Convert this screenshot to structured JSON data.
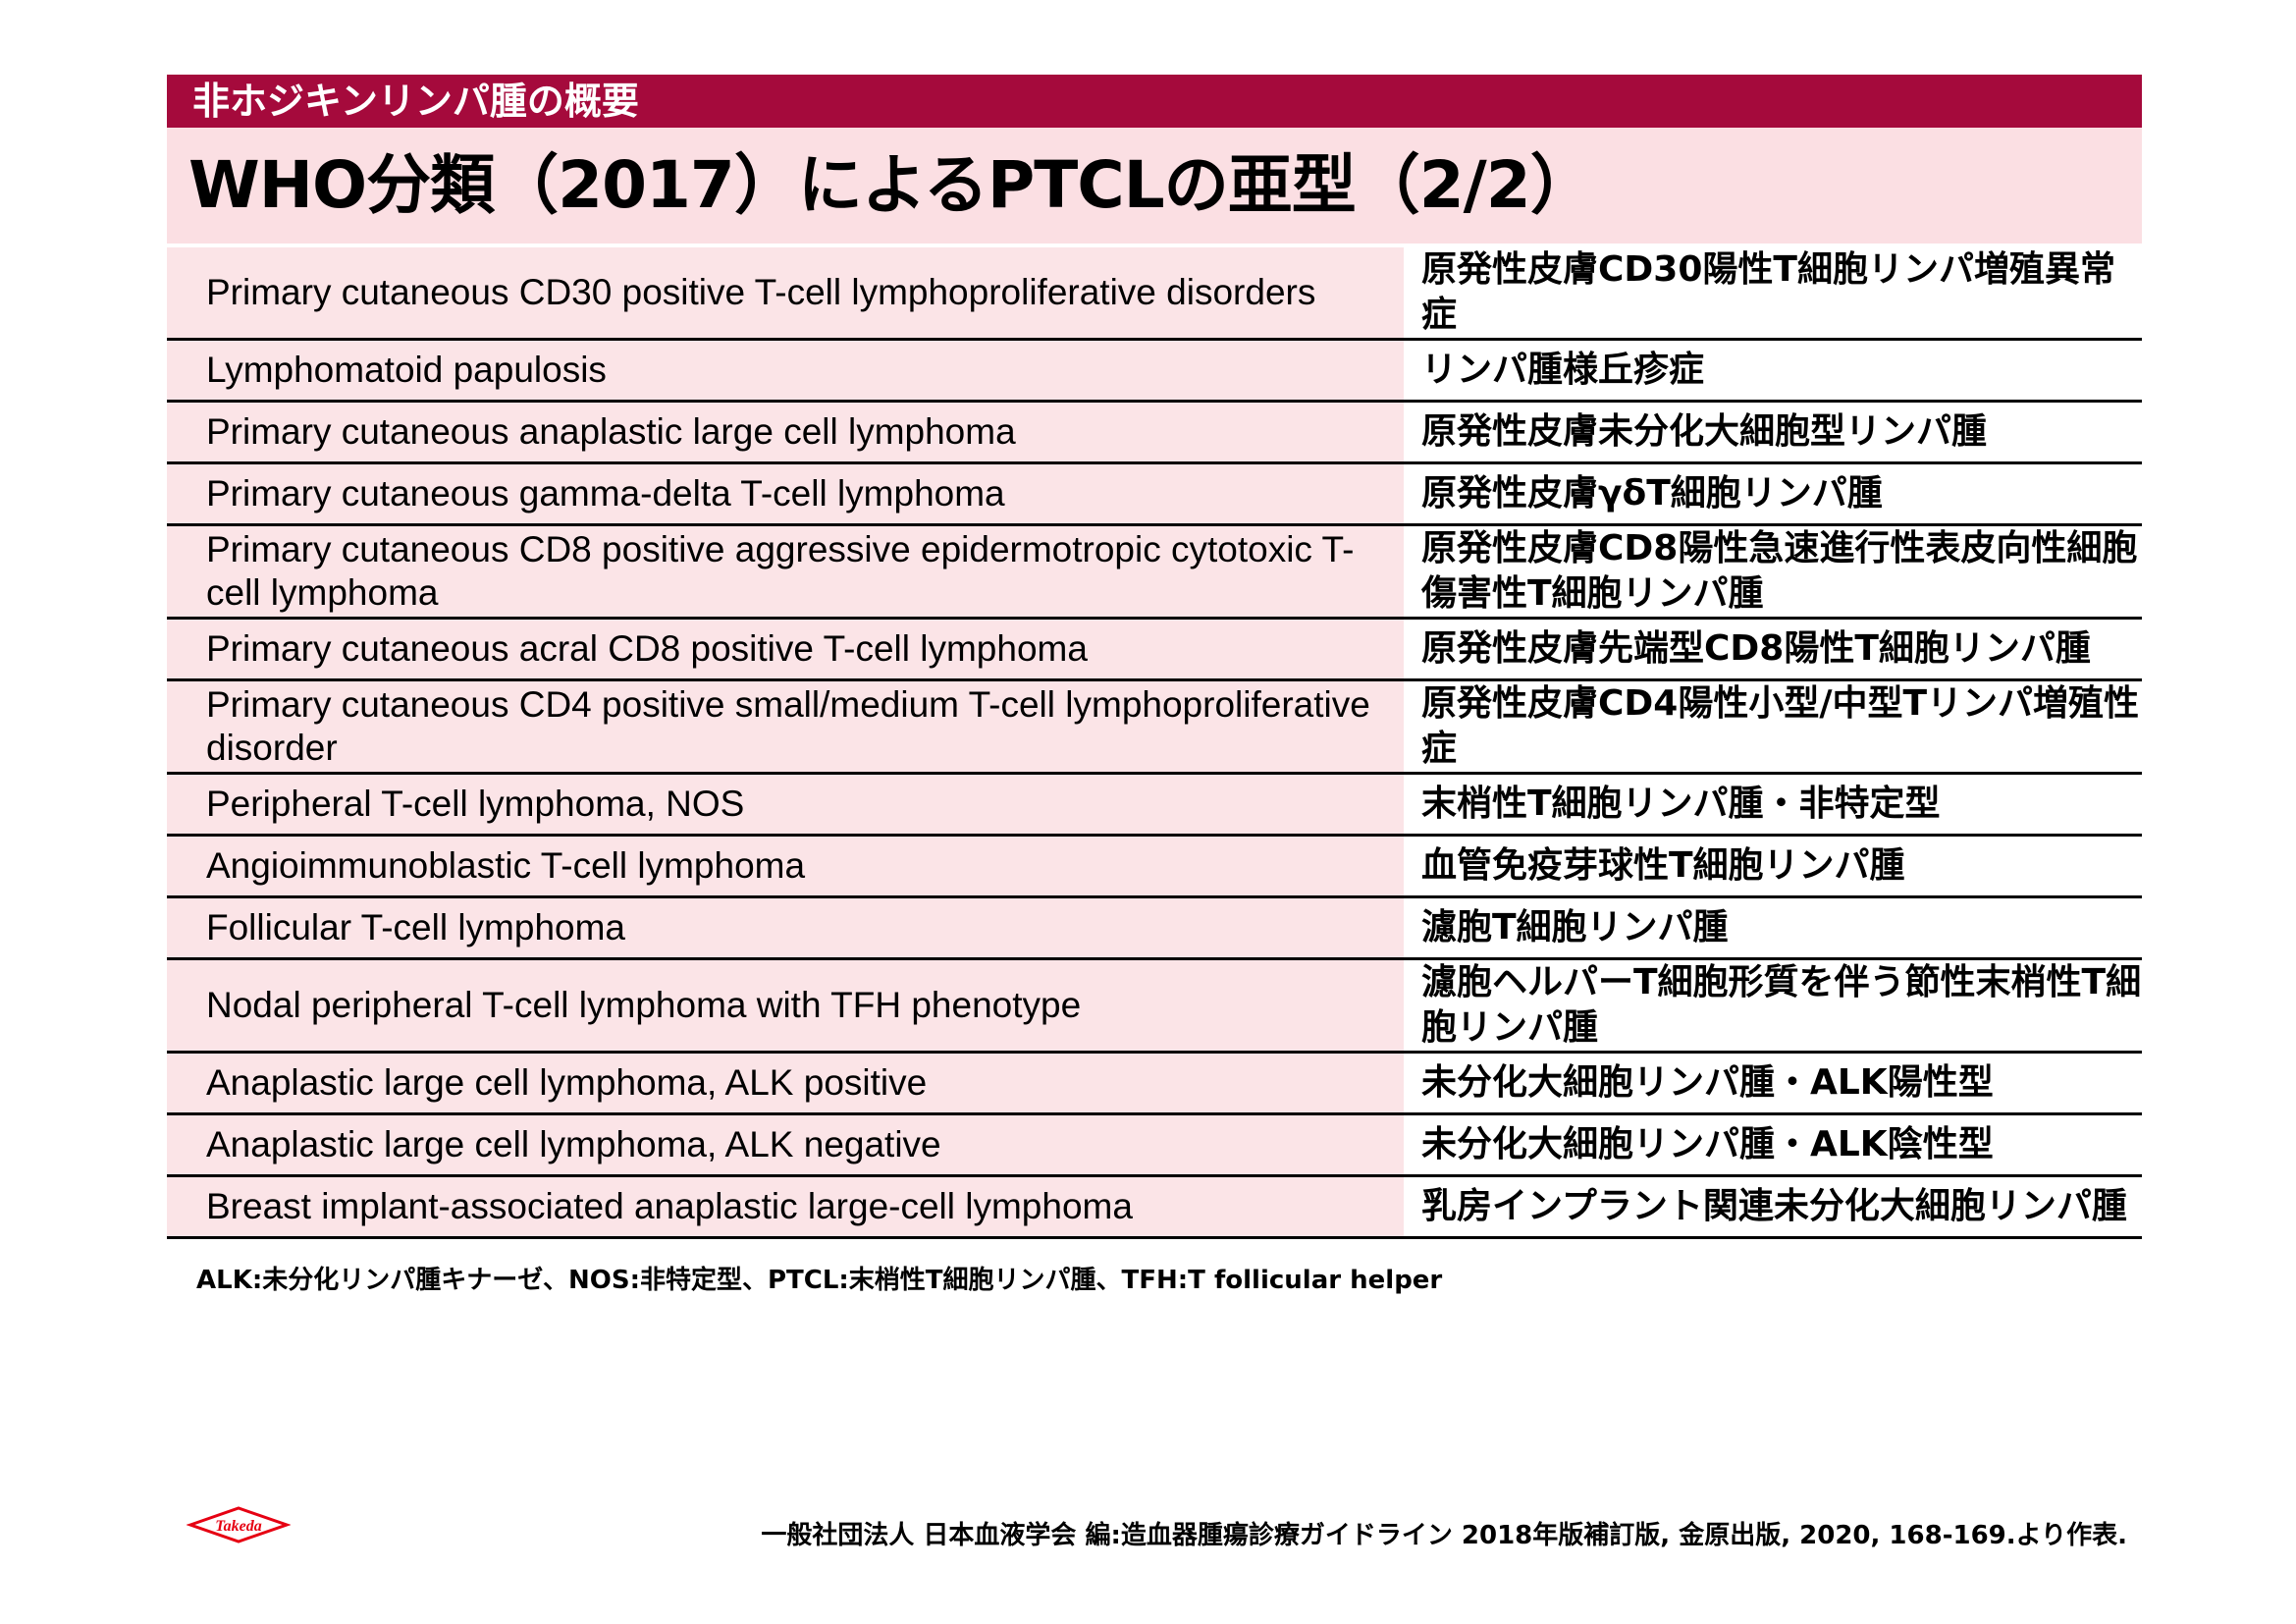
{
  "header": {
    "section": "非ホジキンリンパ腫の概要",
    "title": "WHO分類（2017）によるPTCLの亜型（2/2）"
  },
  "rows": [
    {
      "en": "Primary cutaneous CD30 positive T-cell lymphoproliferative disorders",
      "ja": "原発性皮膚CD30陽性T細胞リンパ増殖異常症"
    },
    {
      "en": "Lymphomatoid papulosis",
      "ja": "リンパ腫様丘疹症"
    },
    {
      "en": "Primary cutaneous anaplastic large cell lymphoma",
      "ja": "原発性皮膚未分化大細胞型リンパ腫"
    },
    {
      "en": "Primary cutaneous gamma-delta T-cell lymphoma",
      "ja": "原発性皮膚γδT細胞リンパ腫"
    },
    {
      "en": "Primary cutaneous CD8 positive aggressive epidermotropic cytotoxic T-cell  lymphoma",
      "ja": "原発性皮膚CD8陽性急速進行性表皮向性細胞傷害性T細胞リンパ腫"
    },
    {
      "en": "Primary cutaneous acral CD8 positive T-cell lymphoma",
      "ja": "原発性皮膚先端型CD8陽性T細胞リンパ腫"
    },
    {
      "en": "Primary cutaneous CD4 positive small/medium T-cell lymphoproliferative disorder",
      "ja": "原発性皮膚CD4陽性小型/中型Tリンパ増殖性症"
    },
    {
      "en": "Peripheral T-cell lymphoma, NOS",
      "ja": "末梢性T細胞リンパ腫・非特定型"
    },
    {
      "en": "Angioimmunoblastic T-cell lymphoma",
      "ja": "血管免疫芽球性T細胞リンパ腫"
    },
    {
      "en": "Follicular T-cell lymphoma",
      "ja": "濾胞T細胞リンパ腫"
    },
    {
      "en": "Nodal peripheral T-cell lymphoma with TFH phenotype",
      "ja": "濾胞ヘルパーT細胞形質を伴う節性末梢性T細胞リンパ腫"
    },
    {
      "en": "Anaplastic large cell lymphoma, ALK positive",
      "ja": "未分化大細胞リンパ腫・ALK陽性型"
    },
    {
      "en": "Anaplastic large cell lymphoma, ALK negative",
      "ja": "未分化大細胞リンパ腫・ALK陰性型"
    },
    {
      "en": "Breast implant-associated anaplastic large-cell lymphoma",
      "ja": "乳房インプラント関連未分化大細胞リンパ腫"
    }
  ],
  "footnote": "ALK:未分化リンパ腫キナーゼ、NOS:非特定型、PTCL:末梢性T細胞リンパ腫、TFH:T follicular helper",
  "logo": {
    "text": "Takeda",
    "color": "#e60012"
  },
  "source": "一般社団法人 日本血液学会 編:造血器腫瘍診療ガイドライン 2018年版補訂版, 金原出版, 2020, 168-169.より作表."
}
